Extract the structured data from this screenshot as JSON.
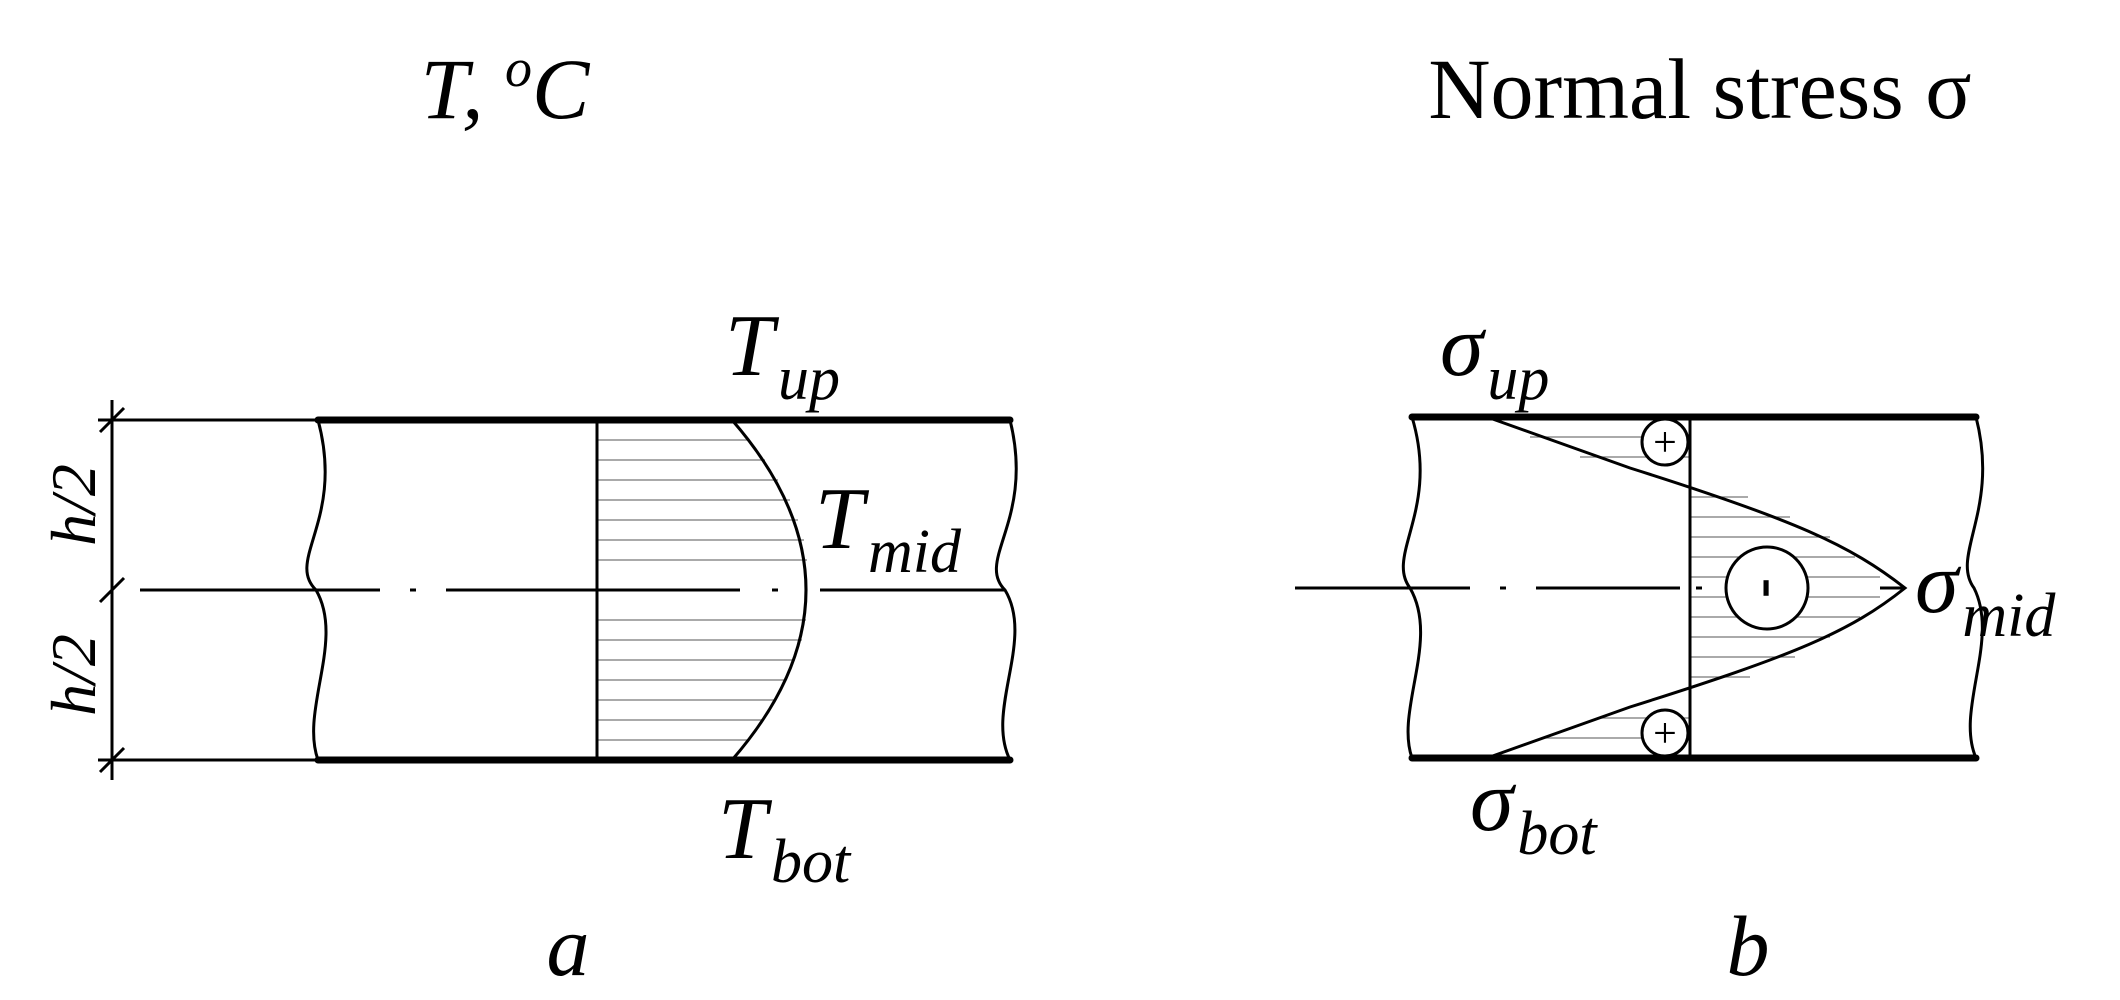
{
  "panel_a": {
    "title_main": "T, ",
    "title_sup": "o",
    "title_unit": "C",
    "label_top": "T",
    "label_top_sub": "up",
    "label_mid": "T",
    "label_mid_sub": "mid",
    "label_bot": "T",
    "label_bot_sub": "bot",
    "dim_upper": "h/2",
    "dim_lower": "h/2",
    "caption": "a"
  },
  "panel_b": {
    "title": "Normal stress σ",
    "label_top": "σ",
    "label_top_sub": "up",
    "label_mid": "σ",
    "label_mid_sub": "mid",
    "label_bot": "σ",
    "label_bot_sub": "bot",
    "sign_plus_top": "+",
    "sign_minus": "-",
    "sign_plus_bot": "+",
    "caption": "b"
  }
}
